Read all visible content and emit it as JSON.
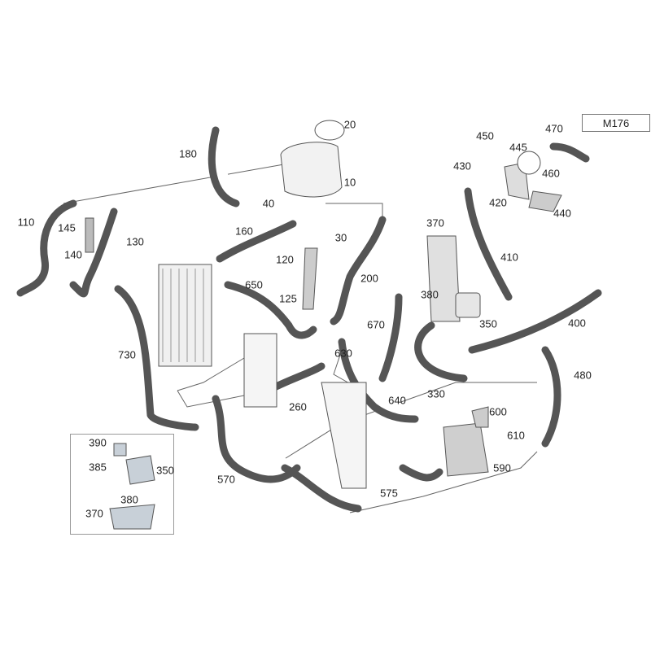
{
  "model": "M176",
  "labels": [
    "20",
    "180",
    "10",
    "40",
    "110",
    "145",
    "130",
    "140",
    "160",
    "30",
    "120",
    "650",
    "125",
    "200",
    "730",
    "670",
    "630",
    "260",
    "640",
    "330",
    "600",
    "610",
    "590",
    "575",
    "570",
    "390",
    "385",
    "350",
    "380",
    "370",
    "450",
    "470",
    "445",
    "430",
    "460",
    "420",
    "440",
    "370",
    "410",
    "380",
    "350",
    "400",
    "480"
  ],
  "colors": {
    "hose_stroke": "#555555",
    "hose_fill": "#ffffff",
    "part_fill": "#d9d9d9",
    "leader": "#666666"
  }
}
